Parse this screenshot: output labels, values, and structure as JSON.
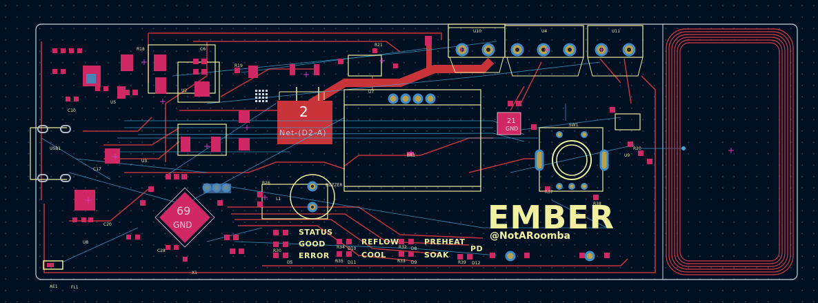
{
  "board": {
    "brand": "EMBER",
    "handle": "@NotARoomba",
    "colors": {
      "background": "#001023",
      "copper_front": "#c83434",
      "silkscreen": "#f0ee9c",
      "pad": "#d8256a",
      "ratsnest": "#3fa8d4",
      "edge": "#d0d0d0"
    }
  },
  "heater_pad": {
    "number": "2",
    "net": "Net-(D2-A)"
  },
  "mcu": {
    "pin_count": "69",
    "net": "GND"
  },
  "driver_ic": {
    "pin_count": "21",
    "net": "GND"
  },
  "leds": [
    {
      "label": "STATUS"
    },
    {
      "label": "GOOD"
    },
    {
      "label": "ERROR"
    },
    {
      "label": "REFLOW"
    },
    {
      "label": "COOL"
    },
    {
      "label": "PREHEAT"
    },
    {
      "label": "SOAK"
    },
    {
      "label": "PD"
    }
  ],
  "references": {
    "ae1": "AE1",
    "fl1": "FL1",
    "u8": "U8",
    "x1": "X1",
    "u3": "U3",
    "u2": "U2",
    "u5": "U5",
    "u7": "U7",
    "u9": "U9",
    "u10": "U10",
    "u11": "U11",
    "u4": "U4",
    "sw1": "SW1",
    "r18": "R18",
    "r19": "R19",
    "r21": "R21",
    "r26": "R26",
    "r30": "R30",
    "r32": "R32",
    "r33": "R33",
    "r34": "R34",
    "r35": "R35",
    "r37": "R37",
    "r38": "R38",
    "r39": "R39",
    "r20": "R20",
    "c6": "C6",
    "c10": "C10",
    "c17": "C17",
    "c20": "C20",
    "c28": "C28",
    "d5": "D5",
    "d8": "D8",
    "d9": "D9",
    "d10": "D10",
    "d11": "D11",
    "d12": "D12",
    "l1": "L1",
    "buzzer": "BUZZER",
    "br1": "BR1",
    "usb1": "USB1"
  }
}
